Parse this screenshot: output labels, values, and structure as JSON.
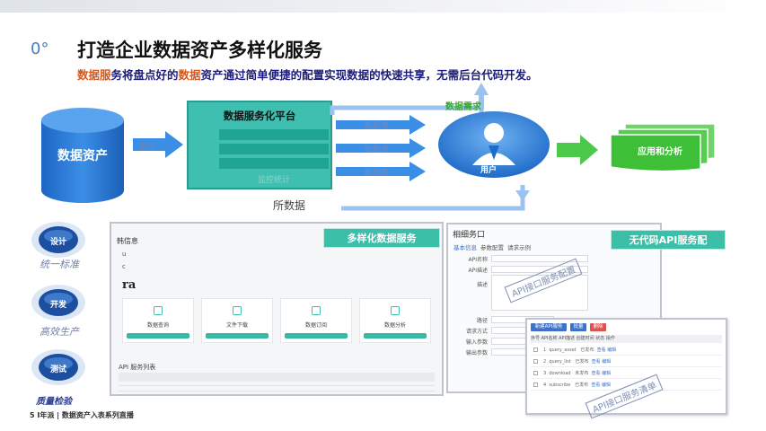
{
  "slide": {
    "number": "0°",
    "title": "打造企业数据资产多样化服务",
    "subtitle": {
      "part1": "数据服",
      "part2": "务将盘点好的",
      "part3": "数据",
      "part4": "资产",
      "part5": "通过简单便捷的配置实现数据的快速共享，无需后台代码开发。"
    }
  },
  "diagram": {
    "data_asset": "数据资产",
    "publish_label": "发布",
    "platform_title": "数据服务化平台",
    "monitor_label": "监控统计",
    "arrow_labels": [
      "数服务",
      "数服务",
      "数服务"
    ],
    "demand_label": "数据需求",
    "user_label": "用户",
    "app_label": "应用和分析",
    "back_label": "所数据",
    "colors": {
      "accent_blue": "#2f7fd8",
      "teal": "#3bbfa8",
      "green": "#4cc94a",
      "navy": "#1c1c7a"
    }
  },
  "sidebar": {
    "orbs": [
      "设计",
      "开发",
      "测试"
    ],
    "texts": [
      "统一标准",
      "高效生产",
      "质量检验"
    ]
  },
  "footer": "5 Ⅰ年派 | 数据资产入表系列直播",
  "panel_service": {
    "badge": "多样化数据服务",
    "header": "韩信息",
    "info_lines": [
      "u",
      "c"
    ],
    "ra": "ra",
    "cards": [
      {
        "label": "数据查询",
        "icon": "search-icon"
      },
      {
        "label": "文件下载",
        "icon": "download-icon"
      },
      {
        "label": "数据订阅",
        "icon": "subscribe-icon"
      },
      {
        "label": "数据分析",
        "icon": "analysis-icon"
      }
    ],
    "section": "API 服务列表"
  },
  "panel_api": {
    "title": "相细务口",
    "badge": "无代码API服务配",
    "tabs": [
      "基本信息",
      "参数配置",
      "请求示例"
    ],
    "fields": [
      "API名称",
      "API描述",
      "描述",
      "路径",
      "请求方式",
      "输入参数",
      "输出参数"
    ],
    "stamp": "API接口服务配置"
  },
  "panel_list": {
    "buttons": [
      "新建API服务",
      "批量",
      "删除"
    ],
    "header": "序号  API名称  API描述  创建时间  状态  操作",
    "rows": [
      {
        "idx": "1",
        "name": "query_asset",
        "status": "已发布",
        "action": "查看 编辑"
      },
      {
        "idx": "2",
        "name": "query_list",
        "status": "已发布",
        "action": "查看 编辑"
      },
      {
        "idx": "3",
        "name": "download",
        "status": "未发布",
        "action": "查看 编辑"
      },
      {
        "idx": "4",
        "name": "subscribe",
        "status": "已发布",
        "action": "查看 编辑"
      }
    ],
    "stamp": "API接口服务清单"
  }
}
